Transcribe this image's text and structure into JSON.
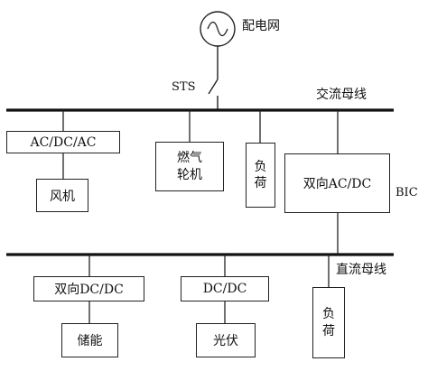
{
  "grid_source": "配电网",
  "switch": "STS",
  "ac_bus": "交流母线",
  "dc_bus": "直流母线",
  "bic": "BIC",
  "ac_side": {
    "converter_acdcac": "AC/DC/AC",
    "wind": "风机",
    "gas_turbine_line1": "燃气",
    "gas_turbine_line2": "轮机",
    "load_line1": "负",
    "load_line2": "荷",
    "bidirectional_acdc": "双向AC/DC"
  },
  "dc_side": {
    "bidirectional_dcdc": "双向DC/DC",
    "storage": "储能",
    "dcdc": "DC/DC",
    "pv": "光伏",
    "load_line1": "负",
    "load_line2": "荷"
  }
}
